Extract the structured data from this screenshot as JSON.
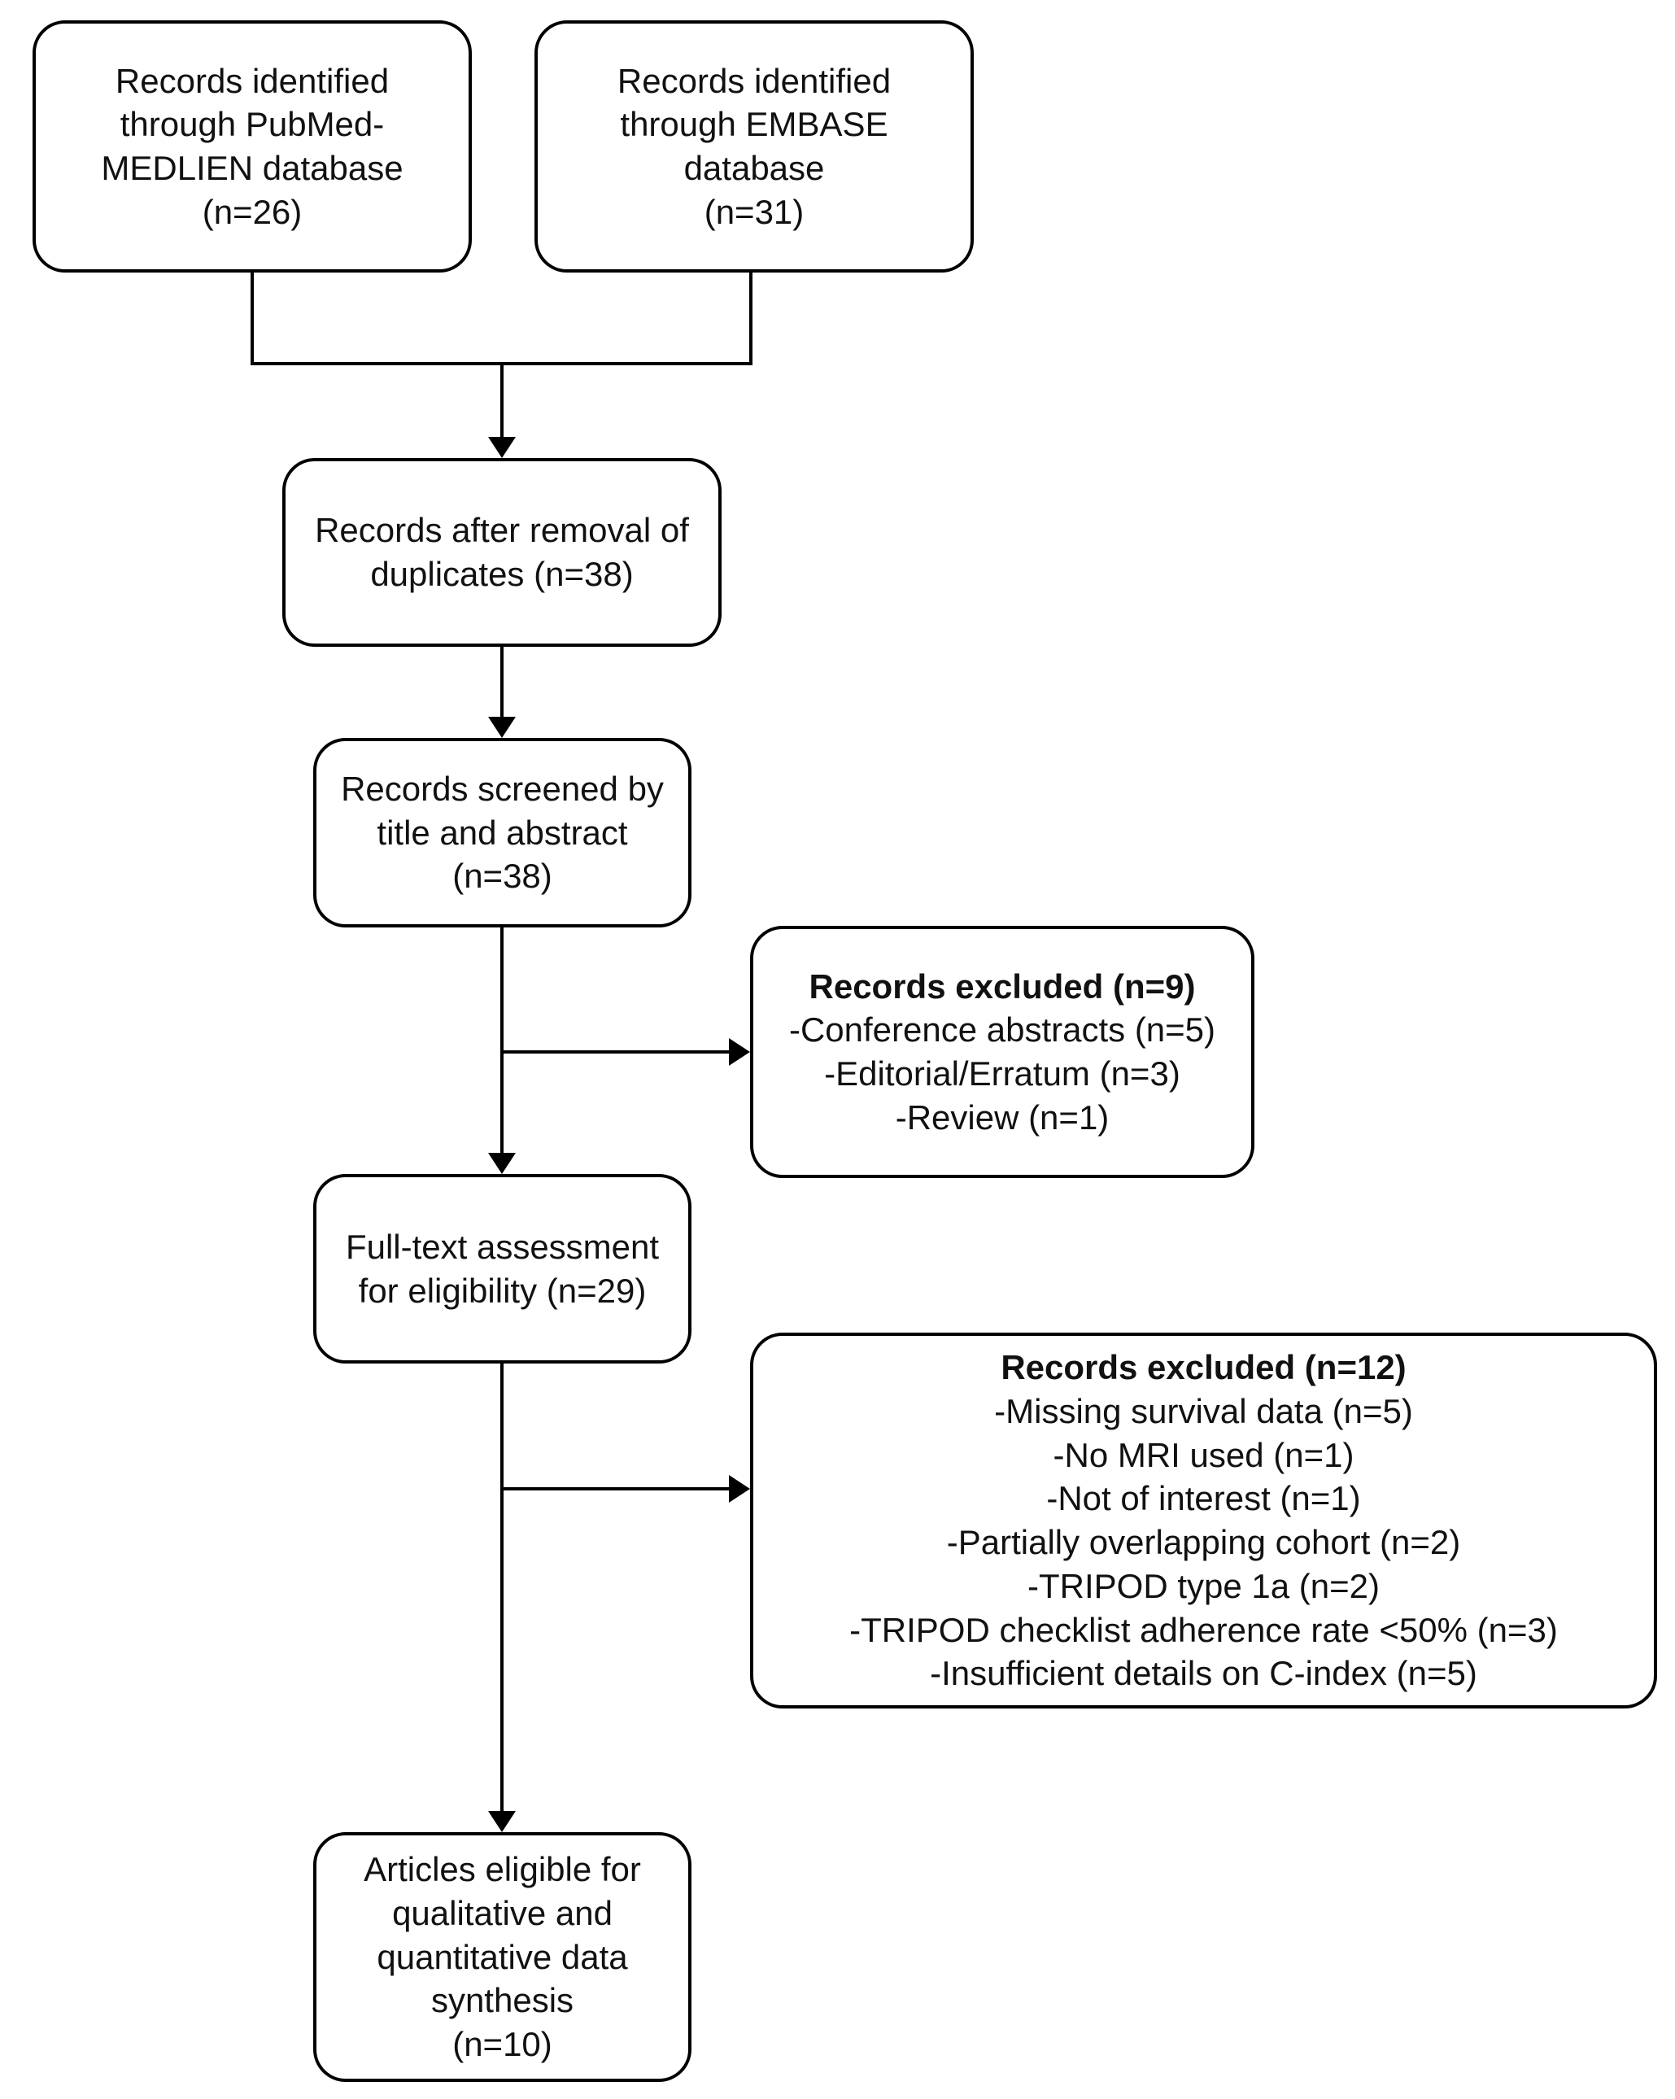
{
  "nodes": {
    "pubmed": {
      "lines": [
        "Records identified",
        "through PubMed-",
        "MEDLIEN database",
        "(n=26)"
      ]
    },
    "embase": {
      "lines": [
        "Records identified",
        "through EMBASE",
        "database",
        "(n=31)"
      ]
    },
    "dedup": {
      "lines": [
        "Records after removal of",
        "duplicates (n=38)"
      ]
    },
    "screened": {
      "lines": [
        "Records screened by",
        "title and abstract",
        "(n=38)"
      ]
    },
    "excluded1": {
      "title": "Records excluded (n=9)",
      "items": [
        "-Conference abstracts (n=5)",
        "-Editorial/Erratum (n=3)",
        "-Review (n=1)"
      ]
    },
    "fulltext": {
      "lines": [
        "Full-text assessment",
        "for eligibility (n=29)"
      ]
    },
    "excluded2": {
      "title": "Records excluded (n=12)",
      "items": [
        "-Missing survival data (n=5)",
        "-No MRI used (n=1)",
        "-Not of interest (n=1)",
        "-Partially overlapping cohort (n=2)",
        "-TRIPOD type 1a (n=2)",
        "-TRIPOD checklist adherence rate <50% (n=3)",
        "-Insufficient details on C-index (n=5)"
      ]
    },
    "eligible": {
      "lines": [
        "Articles eligible for",
        "qualitative and",
        "quantitative data",
        "synthesis",
        "(n=10)"
      ]
    }
  },
  "edges": [
    {
      "from": "pubmed",
      "to": "dedup"
    },
    {
      "from": "embase",
      "to": "dedup"
    },
    {
      "from": "dedup",
      "to": "screened"
    },
    {
      "from": "screened",
      "to": "excluded1"
    },
    {
      "from": "screened",
      "to": "fulltext"
    },
    {
      "from": "fulltext",
      "to": "excluded2"
    },
    {
      "from": "fulltext",
      "to": "eligible"
    }
  ],
  "colors": {
    "stroke": "#000000",
    "background": "#ffffff",
    "text": "#111111"
  }
}
